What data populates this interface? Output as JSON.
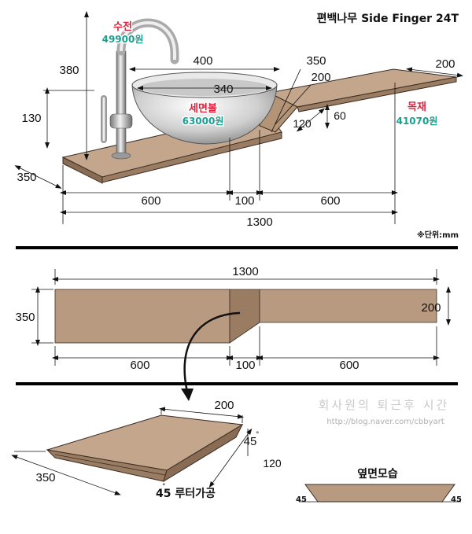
{
  "header": {
    "title": "편백나무 Side Finger 24T",
    "unit_note": "※단위:mm"
  },
  "labels": {
    "faucet": "수전",
    "faucet_price": "49900원",
    "basin": "세면볼",
    "basin_price": "63000원",
    "wood": "목재",
    "wood_price": "41070원"
  },
  "top_dims": {
    "h380": "380",
    "h130": "130",
    "w400": "400",
    "w340": "340",
    "d350": "350",
    "d200": "200",
    "r200": "200",
    "d350b": "350",
    "d120": "120",
    "d60": "60",
    "w600a": "600",
    "w100": "100",
    "w600b": "600",
    "w1300": "1300"
  },
  "plan_dims": {
    "w1300": "1300",
    "h350": "350",
    "h200": "200",
    "w600a": "600",
    "w100": "100",
    "w600b": "600"
  },
  "piece_dims": {
    "w200": "200",
    "a45": "45",
    "w120": "120",
    "w350": "350",
    "router": "45 루터가공"
  },
  "side": {
    "title": "옆면모습",
    "a45l": "45",
    "a45r": "45"
  },
  "watermark": {
    "blog": "회사원의 퇴근후 시간",
    "url": "http://blog.naver.com/cbbyart"
  },
  "colors": {
    "wood": "#b89a80",
    "wood_dark": "#9a7c63",
    "edge": "#3a2c22"
  }
}
